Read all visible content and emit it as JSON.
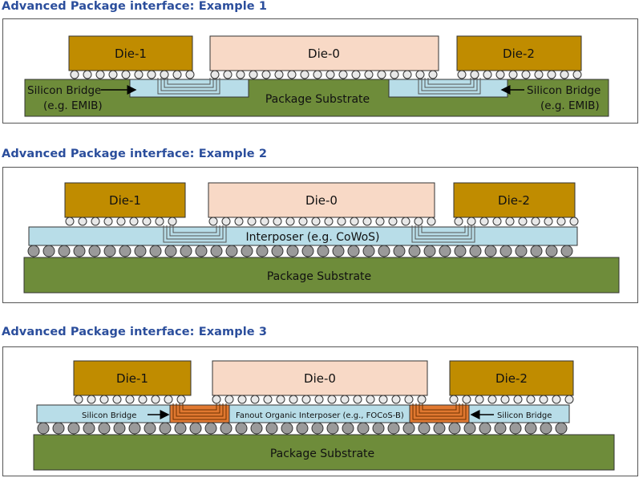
{
  "examples": [
    {
      "title": "Advanced Package interface: Example 1",
      "dies": [
        "Die-1",
        "Die-0",
        "Die-2"
      ],
      "substrate": "Package Substrate",
      "bridge_left_line1": "Silicon Bridge",
      "bridge_left_line2": "(e.g. EMIB)",
      "bridge_right_line1": "Silicon Bridge",
      "bridge_right_line2": "(e.g. EMIB)"
    },
    {
      "title": "Advanced Package interface: Example 2",
      "dies": [
        "Die-1",
        "Die-0",
        "Die-2"
      ],
      "interposer": "Interposer (e.g. CoWoS)",
      "substrate": "Package Substrate"
    },
    {
      "title": "Advanced Package interface: Example 3",
      "dies": [
        "Die-1",
        "Die-0",
        "Die-2"
      ],
      "bridge_left": "Silicon Bridge",
      "interposer": "Fanout Organic Interposer (e.g., FOCoS-B)",
      "bridge_right": "Silicon Bridge",
      "substrate": "Package Substrate"
    }
  ],
  "colors": {
    "title": "#2b4e9c",
    "die_side": "#c08c00",
    "die_center": "#f8d9c6",
    "substrate": "#6e8c3a",
    "bridge": "#b8dde8",
    "interposer": "#b8dde8",
    "organic": "#e07830",
    "bump": "#e8e8e8",
    "ball": "#9a9a9a"
  }
}
